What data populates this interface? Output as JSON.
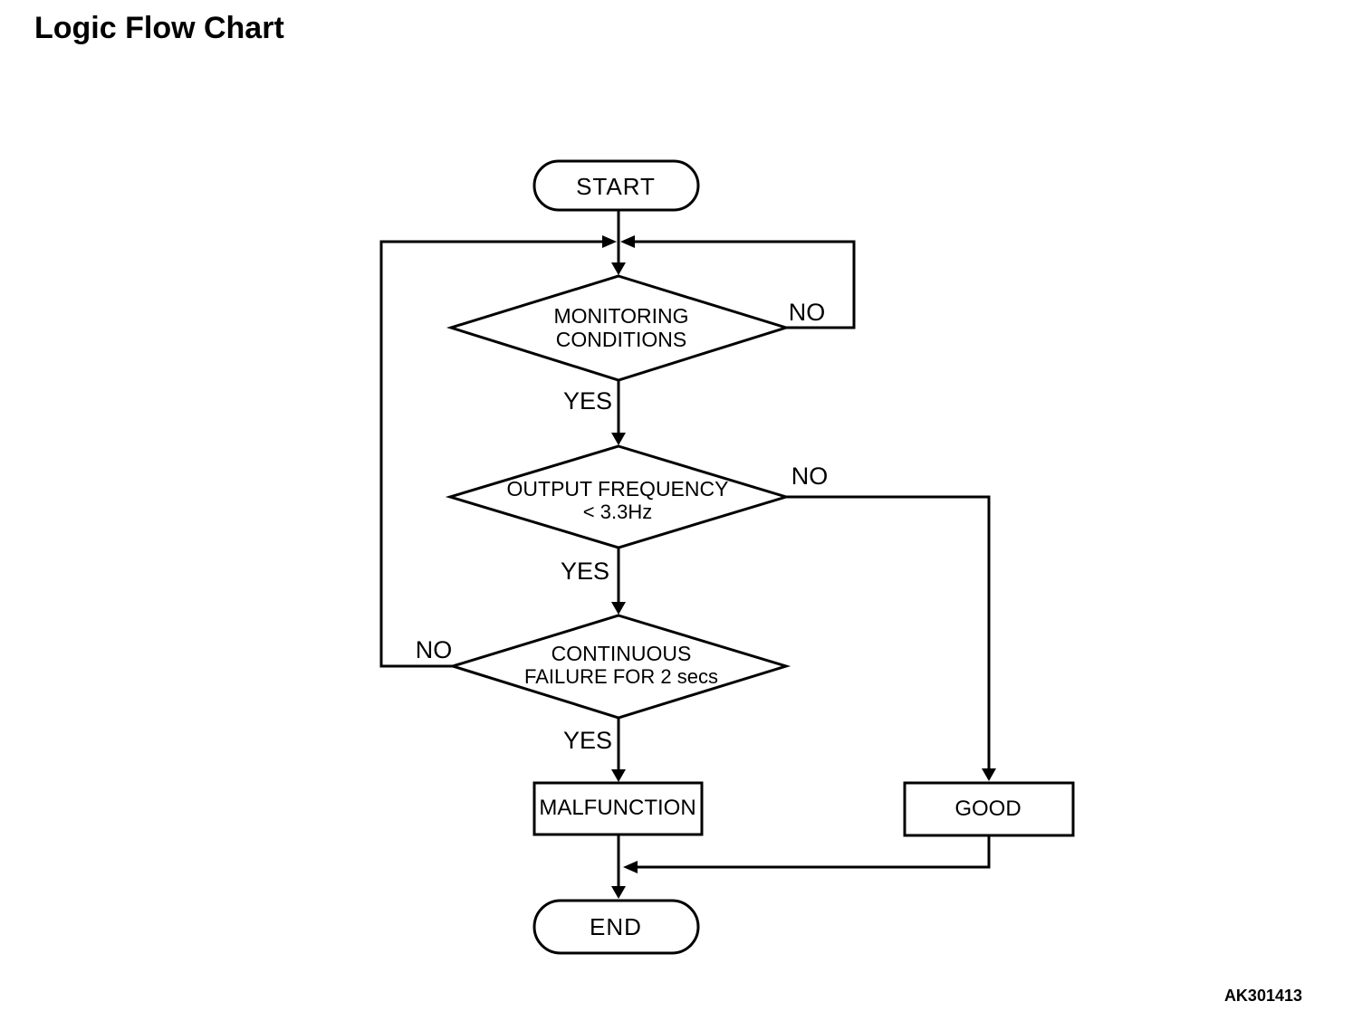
{
  "title": "Logic Flow Chart",
  "figure_code": "AK301413",
  "colors": {
    "line": "#000000",
    "background": "#ffffff",
    "node_fill": "#ffffff"
  },
  "nodes": {
    "start": {
      "type": "terminator",
      "label": "START"
    },
    "monitoring": {
      "type": "decision",
      "line1": "MONITORING",
      "line2": "CONDITIONS"
    },
    "frequency": {
      "type": "decision",
      "line1": "OUTPUT FREQUENCY",
      "line2": "< 3.3Hz"
    },
    "failure": {
      "type": "decision",
      "line1": "CONTINUOUS",
      "line2": "FAILURE FOR 2 secs"
    },
    "malfunction": {
      "type": "process",
      "label": "MALFUNCTION"
    },
    "good": {
      "type": "process",
      "label": "GOOD"
    },
    "end": {
      "type": "terminator",
      "label": "END"
    }
  },
  "edges": {
    "start_to_monitoring": {
      "from": "start",
      "to": "monitoring"
    },
    "monitoring_yes": {
      "label": "YES",
      "from": "monitoring",
      "to": "frequency"
    },
    "monitoring_no": {
      "label": "NO",
      "from": "monitoring",
      "to": "monitoring"
    },
    "frequency_yes": {
      "label": "YES",
      "from": "frequency",
      "to": "failure"
    },
    "frequency_no": {
      "label": "NO",
      "from": "frequency",
      "to": "good"
    },
    "failure_yes": {
      "label": "YES",
      "from": "failure",
      "to": "malfunction"
    },
    "failure_no": {
      "label": "NO",
      "from": "failure",
      "to": "monitoring"
    },
    "malfunction_to_end": {
      "from": "malfunction",
      "to": "end"
    },
    "good_to_end": {
      "from": "good",
      "to": "end"
    }
  }
}
